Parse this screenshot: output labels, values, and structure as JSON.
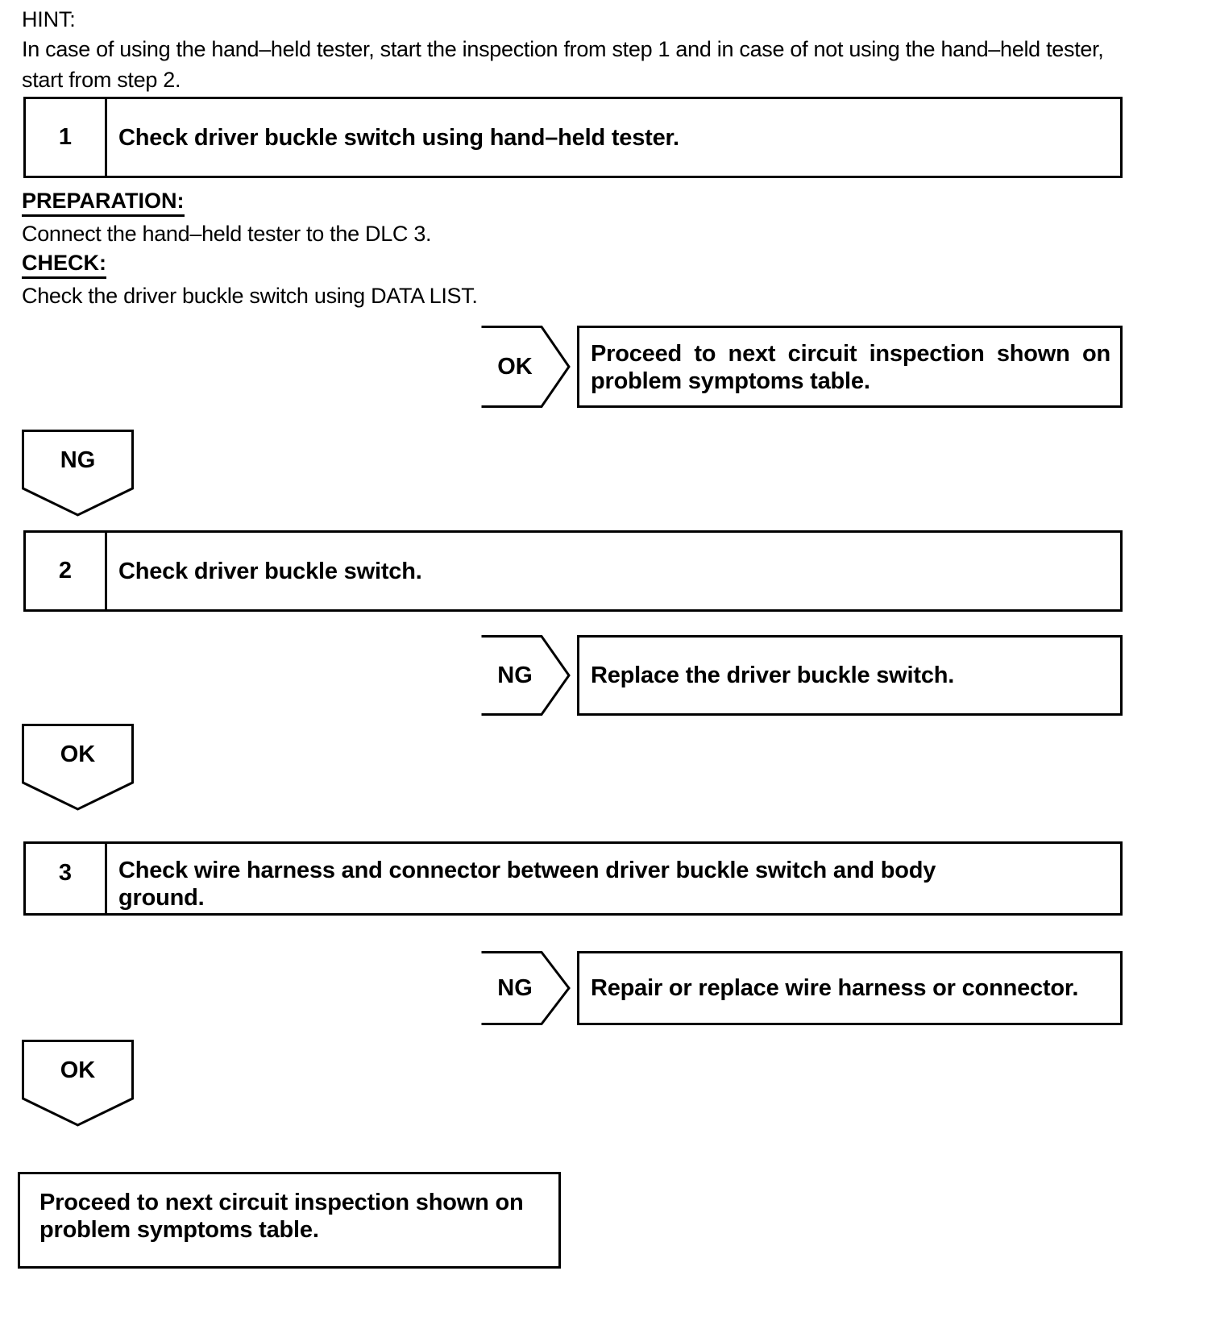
{
  "document": {
    "type": "automotive-service-manual-troubleshooting-flowchart",
    "hint": {
      "label": "HINT:",
      "text": "In case of using the hand–held tester, start the inspection from step 1 and in case of not using the hand–held tester, start from step 2."
    },
    "steps": [
      {
        "number": "1",
        "title": "Check driver buckle switch using hand–held tester."
      },
      {
        "number": "2",
        "title": "Check driver buckle switch."
      },
      {
        "number": "3",
        "title_line1": "Check wire harness and connector between driver buckle switch and body",
        "title_line2": "ground."
      }
    ],
    "details": {
      "preparation_heading": "PREPARATION:",
      "preparation_text": "Connect the hand–held tester to the DLC 3.",
      "check_heading": "CHECK:",
      "check_text": "Check the driver buckle switch using DATA LIST."
    },
    "branches": [
      {
        "id": "step1-ok",
        "label": "OK",
        "direction": "right",
        "result_line1": "Proceed to next circuit inspection shown on",
        "result_line2": "problem symptoms table."
      },
      {
        "id": "step1-ng",
        "label": "NG",
        "direction": "down"
      },
      {
        "id": "step2-ng",
        "label": "NG",
        "direction": "right",
        "result_line1": "Replace the driver buckle switch.",
        "result_line2": ""
      },
      {
        "id": "step2-ok",
        "label": "OK",
        "direction": "down"
      },
      {
        "id": "step3-ng",
        "label": "NG",
        "direction": "right",
        "result_line1": "Repair or replace wire harness or connector.",
        "result_line2": ""
      },
      {
        "id": "step3-ok",
        "label": "OK",
        "direction": "down"
      }
    ],
    "terminal": {
      "line1": "Proceed to next circuit inspection shown on",
      "line2": "problem symptoms table."
    },
    "colors": {
      "ink": "#000000",
      "paper": "#ffffff"
    }
  }
}
